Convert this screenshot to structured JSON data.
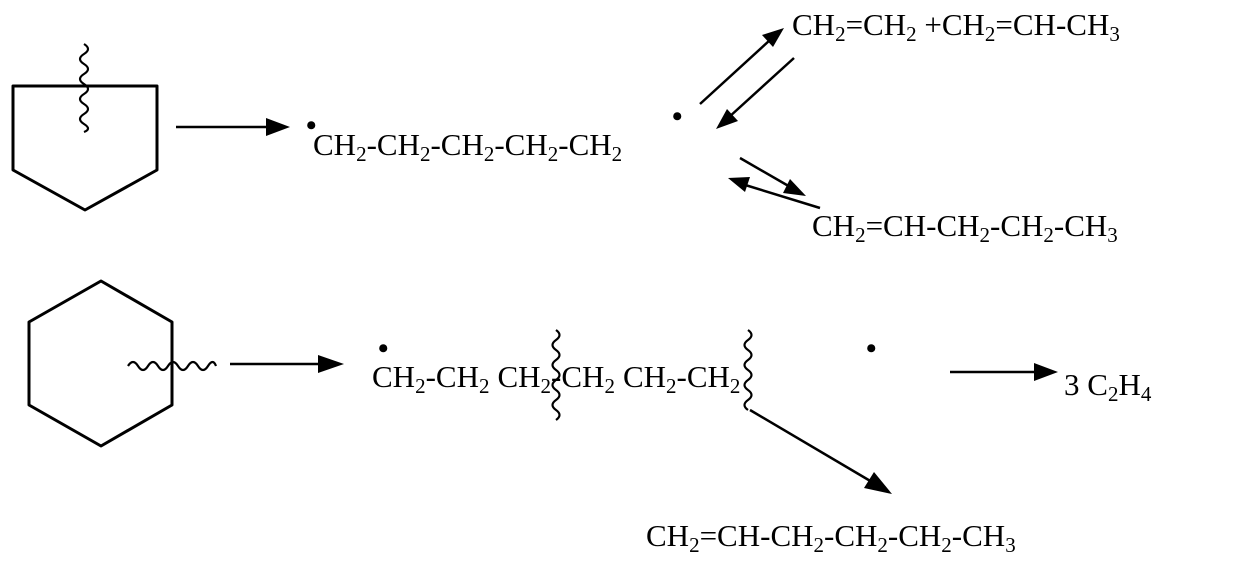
{
  "diagram": {
    "reactions": [
      {
        "id": "cyclopentane-cracking",
        "reactant": {
          "ring": "cyclopentane"
        },
        "intermediate": {
          "labels": [
            "CH",
            "2",
            "-CH",
            "2",
            "-CH",
            "2",
            "-CH",
            "2",
            "-",
            "CH",
            "2"
          ]
        },
        "product_top": {
          "labels": [
            "CH",
            "2",
            "=CH",
            "2",
            " +CH",
            "2",
            "=CH-CH",
            "3"
          ]
        },
        "product_bottom": {
          "labels": [
            "CH",
            "2",
            "=CH-CH",
            "2",
            "-CH",
            "2",
            "-CH",
            "3"
          ]
        }
      },
      {
        "id": "cyclohexane-cracking",
        "reactant": {
          "ring": "cyclohexane"
        },
        "intermediate": {
          "labels": [
            "CH",
            "2",
            "-CH",
            "2",
            "CH",
            "2",
            "-CH",
            "2",
            "CH",
            "2",
            "-",
            "CH",
            "2"
          ]
        },
        "product_right": {
          "labels": [
            "3 C",
            "2",
            "H",
            "4"
          ]
        },
        "product_bottom": {
          "labels": [
            "CH",
            "2",
            "=CH-CH",
            "2",
            "-CH",
            "2",
            "-CH",
            "2",
            "-CH",
            "3"
          ]
        }
      }
    ]
  }
}
